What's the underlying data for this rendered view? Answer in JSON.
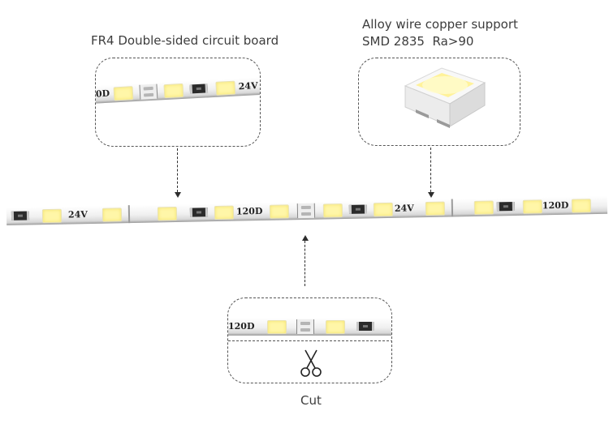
{
  "labels": {
    "pcb": "FR4 Double-sided circuit board",
    "led_line1": "Alloy wire copper support",
    "led_line2": "SMD 2835  Ra>90",
    "cut": "Cut"
  },
  "strip_markings": {
    "voltage": "24V",
    "density": "120D",
    "density_partial": "0D"
  },
  "icons": {
    "scissors": "scissors-icon",
    "arrow": "dashed-arrow-icon"
  },
  "colors": {
    "led_face": "#fff6a8",
    "pcb": "#f2f2f2",
    "resistor": "#2b2b2b",
    "dash": "#555555"
  }
}
